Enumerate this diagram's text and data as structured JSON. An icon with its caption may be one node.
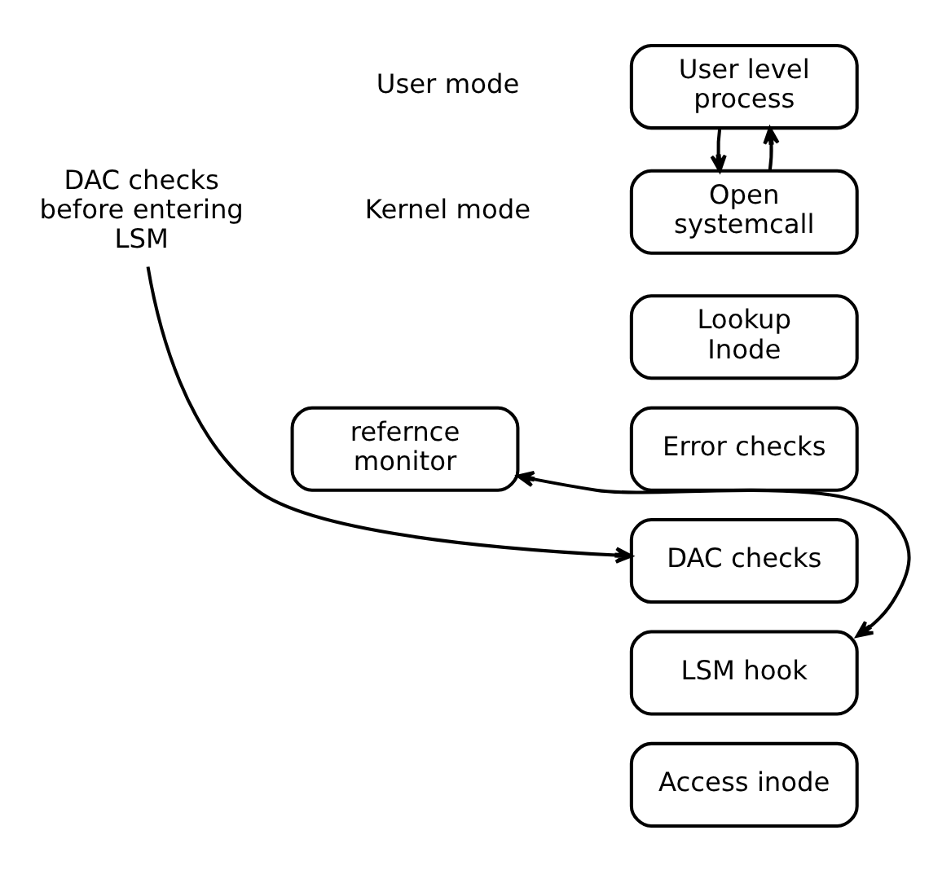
{
  "diagram": {
    "nodes": [
      {
        "text": [
          "User level process"
        ]
      },
      {
        "text": [
          "Open systemcall"
        ]
      },
      {
        "text": [
          "Lookup Inode"
        ]
      },
      {
        "text": [
          "Error checks"
        ]
      },
      {
        "text": [
          "DAC checks"
        ]
      },
      {
        "text": [
          "LSM hook"
        ]
      },
      {
        "text": [
          "Access inode"
        ]
      },
      {
        "text": [
          "DAC checks before entering LSM"
        ]
      },
      {
        "text": [
          "refernce monitor"
        ]
      }
    ],
    "edges": [
      {
        "from": 1,
        "to": 0,
        "arrow": "to"
      },
      {
        "from": 0,
        "to": 1,
        "arrow": "to"
      },
      {
        "from": 7,
        "to": 4,
        "arrow": "to"
      },
      {
        "from": 5,
        "to": 8,
        "arrow": "both"
      }
    ],
    "labels": [
      "User mode",
      "Kernel mode"
    ]
  }
}
